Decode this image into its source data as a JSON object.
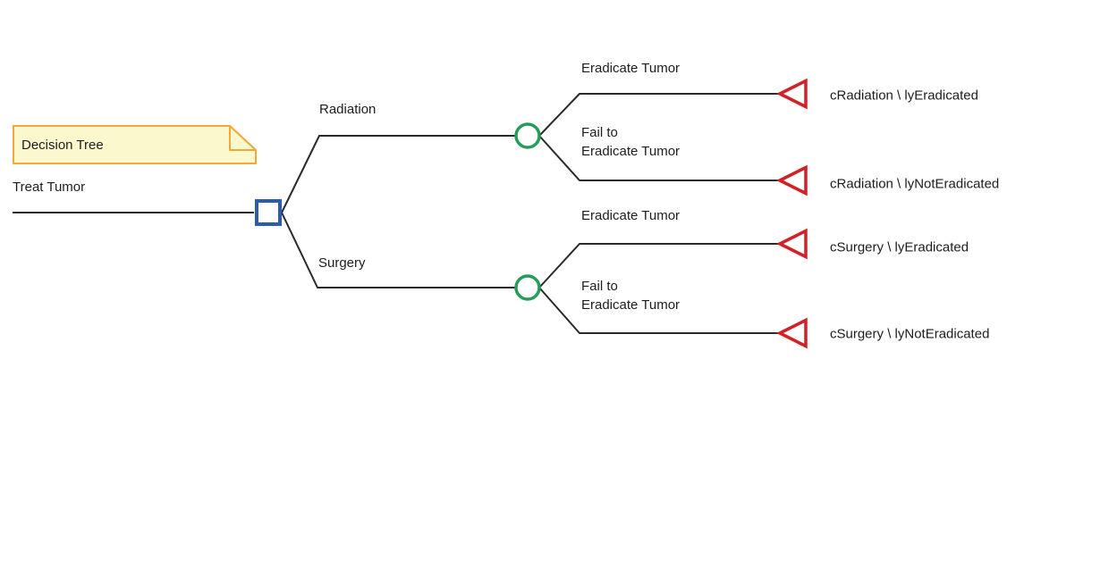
{
  "note": {
    "label": "Decision Tree"
  },
  "tree": {
    "root_label": "Treat Tumor",
    "branches": [
      {
        "label": "Radiation",
        "outcomes": [
          {
            "label": "Eradicate Tumor",
            "payoff": "cRadiation \\ lyEradicated"
          },
          {
            "label": "Fail to\nEradicate Tumor",
            "payoff": "cRadiation \\ lyNotEradicated"
          }
        ]
      },
      {
        "label": "Surgery",
        "outcomes": [
          {
            "label": "Eradicate Tumor",
            "payoff": "cSurgery \\ lyEradicated"
          },
          {
            "label": "Fail to\nEradicate Tumor",
            "payoff": "cSurgery \\ lyNotEradicated"
          }
        ]
      }
    ]
  },
  "icons": {
    "decision_node": "blue-square",
    "chance_node": "green-circle",
    "terminal_node": "red-left-triangle",
    "note": "folded-corner-note"
  },
  "colors": {
    "decision_node": "#2a5caf",
    "chance_node": "#279c59",
    "terminal_node": "#d22028",
    "line": "#2a2a2a",
    "note_fill": "#fbf8cd",
    "note_border": "#f2a93b",
    "text": "#1d1d1d",
    "background": "#ffffff"
  }
}
